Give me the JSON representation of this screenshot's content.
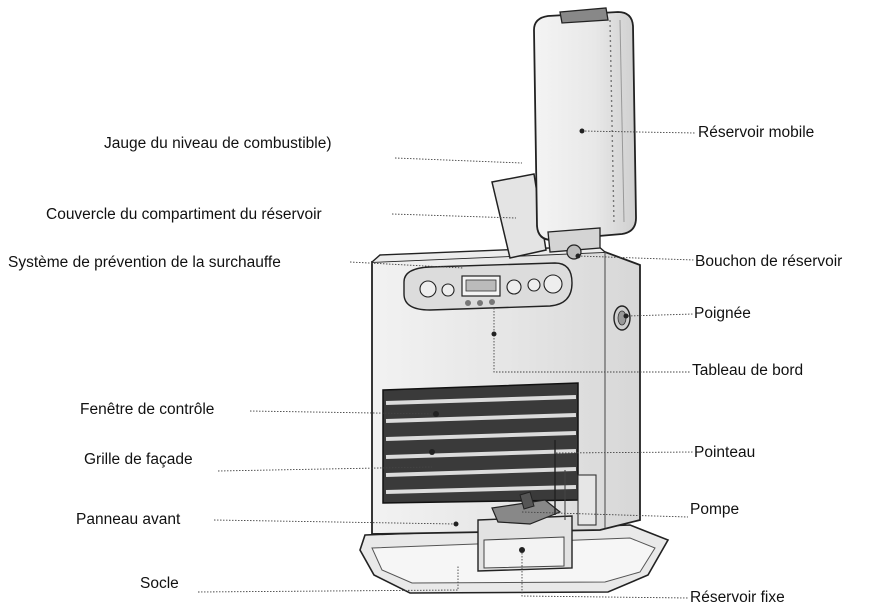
{
  "diagram": {
    "labels": {
      "fuel_gauge": "Jauge du niveau de combustible)",
      "tank_cover": "Couvercle du compartiment du réservoir",
      "overheat": "Système de prévention de la surchauffe",
      "control_window": "Fenêtre de contrôle",
      "front_grille": "Grille de façade",
      "front_panel": "Panneau avant",
      "base": "Socle",
      "mobile_tank": "Réservoir mobile",
      "tank_cap": "Bouchon de réservoir",
      "handle": "Poignée",
      "dashboard": "Tableau de bord",
      "needle": "Pointeau",
      "pump": "Pompe",
      "fixed_tank": "Réservoir fixe"
    }
  }
}
